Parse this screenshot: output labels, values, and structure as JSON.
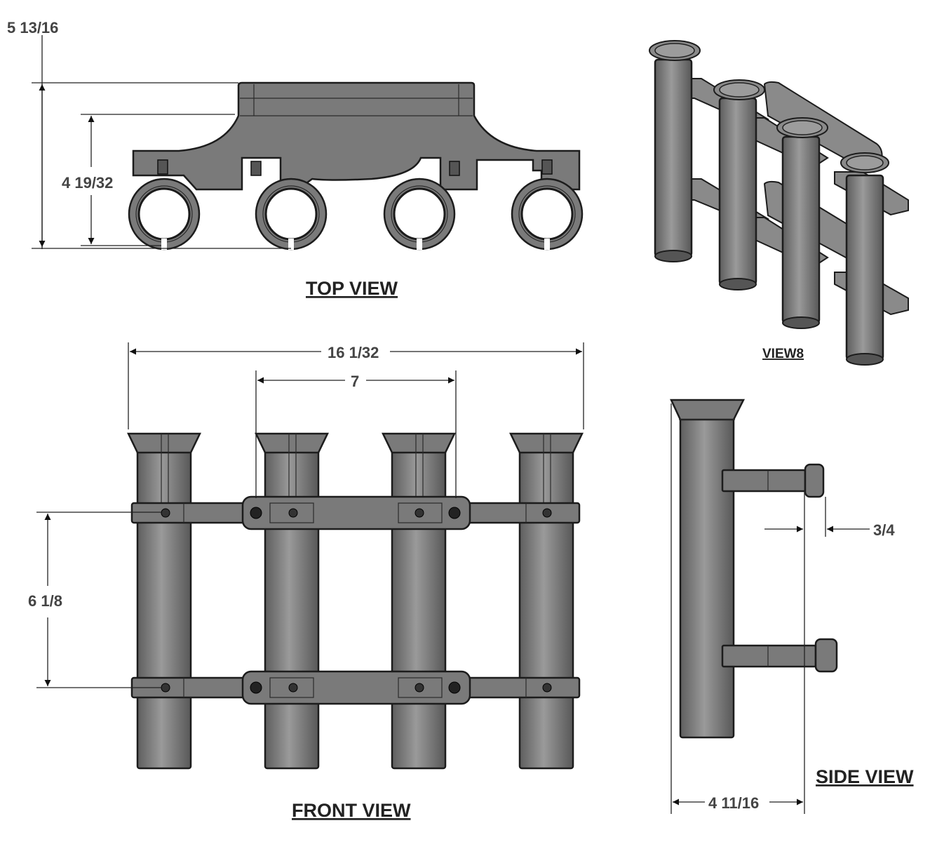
{
  "views": {
    "top": {
      "title": "TOP VIEW"
    },
    "front": {
      "title": "FRONT VIEW"
    },
    "side": {
      "title": "SIDE VIEW"
    },
    "iso": {
      "title": "VIEW8"
    }
  },
  "dimensions": {
    "top_overall_height": "5 13/16",
    "top_inner_height": "4 19/32",
    "overall_width": "16 1/32",
    "tube_spacing": "7",
    "bracket_spacing": "6 1/8",
    "bracket_offset": "3/4",
    "side_depth": "4 11/16"
  },
  "colors": {
    "part_fill": "#7a7a7a",
    "outline": "#1c1c1c",
    "dimension_text": "#444444"
  }
}
